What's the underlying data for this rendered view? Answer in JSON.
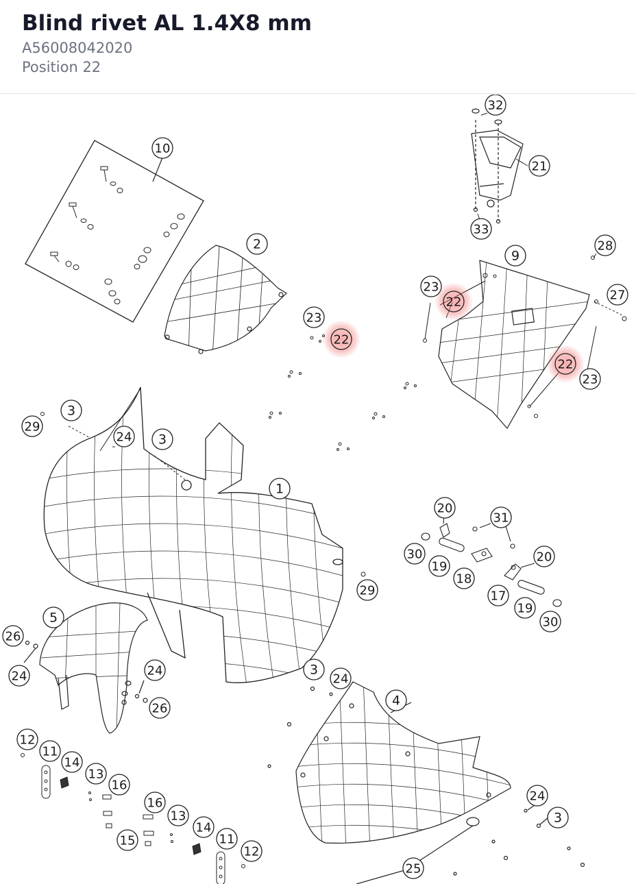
{
  "part": {
    "name": "Blind rivet AL 1.4X8 mm",
    "number": "A56008042020",
    "position": "Position 22"
  },
  "diagram": {
    "highlight_color": "#ef6b6b",
    "selected_label": "22",
    "callouts": [
      {
        "id": "c10",
        "label": "10",
        "highlight": false
      },
      {
        "id": "c2",
        "label": "2",
        "highlight": false
      },
      {
        "id": "c23a",
        "label": "23",
        "highlight": false
      },
      {
        "id": "c22a",
        "label": "22",
        "highlight": true
      },
      {
        "id": "c32",
        "label": "32",
        "highlight": false
      },
      {
        "id": "c21",
        "label": "21",
        "highlight": false
      },
      {
        "id": "c33",
        "label": "33",
        "highlight": false
      },
      {
        "id": "c9",
        "label": "9",
        "highlight": false
      },
      {
        "id": "c28",
        "label": "28",
        "highlight": false
      },
      {
        "id": "c23b",
        "label": "23",
        "highlight": false
      },
      {
        "id": "c22b",
        "label": "22",
        "highlight": true
      },
      {
        "id": "c27",
        "label": "27",
        "highlight": false
      },
      {
        "id": "c22c",
        "label": "22",
        "highlight": true
      },
      {
        "id": "c23c",
        "label": "23",
        "highlight": false
      },
      {
        "id": "c29a",
        "label": "29",
        "highlight": false
      },
      {
        "id": "c3a",
        "label": "3",
        "highlight": false
      },
      {
        "id": "c24a",
        "label": "24",
        "highlight": false
      },
      {
        "id": "c3b",
        "label": "3",
        "highlight": false
      },
      {
        "id": "c1",
        "label": "1",
        "highlight": false
      },
      {
        "id": "c20a",
        "label": "20",
        "highlight": false
      },
      {
        "id": "c31",
        "label": "31",
        "highlight": false
      },
      {
        "id": "c30a",
        "label": "30",
        "highlight": false
      },
      {
        "id": "c19a",
        "label": "19",
        "highlight": false
      },
      {
        "id": "c18",
        "label": "18",
        "highlight": false
      },
      {
        "id": "c20b",
        "label": "20",
        "highlight": false
      },
      {
        "id": "c17",
        "label": "17",
        "highlight": false
      },
      {
        "id": "c19b",
        "label": "19",
        "highlight": false
      },
      {
        "id": "c30b",
        "label": "30",
        "highlight": false
      },
      {
        "id": "c29b",
        "label": "29",
        "highlight": false
      },
      {
        "id": "c5",
        "label": "5",
        "highlight": false
      },
      {
        "id": "c26a",
        "label": "26",
        "highlight": false
      },
      {
        "id": "c24b",
        "label": "24",
        "highlight": false
      },
      {
        "id": "c24c",
        "label": "24",
        "highlight": false
      },
      {
        "id": "c26b",
        "label": "26",
        "highlight": false
      },
      {
        "id": "c3c",
        "label": "3",
        "highlight": false
      },
      {
        "id": "c24d",
        "label": "24",
        "highlight": false
      },
      {
        "id": "c4",
        "label": "4",
        "highlight": false
      },
      {
        "id": "c12a",
        "label": "12",
        "highlight": false
      },
      {
        "id": "c11a",
        "label": "11",
        "highlight": false
      },
      {
        "id": "c14a",
        "label": "14",
        "highlight": false
      },
      {
        "id": "c13a",
        "label": "13",
        "highlight": false
      },
      {
        "id": "c16a",
        "label": "16",
        "highlight": false
      },
      {
        "id": "c15",
        "label": "15",
        "highlight": false
      },
      {
        "id": "c16b",
        "label": "16",
        "highlight": false
      },
      {
        "id": "c13b",
        "label": "13",
        "highlight": false
      },
      {
        "id": "c14b",
        "label": "14",
        "highlight": false
      },
      {
        "id": "c11b",
        "label": "11",
        "highlight": false
      },
      {
        "id": "c12b",
        "label": "12",
        "highlight": false
      },
      {
        "id": "c24e",
        "label": "24",
        "highlight": false
      },
      {
        "id": "c3d",
        "label": "3",
        "highlight": false
      },
      {
        "id": "c25",
        "label": "25",
        "highlight": false
      }
    ]
  }
}
